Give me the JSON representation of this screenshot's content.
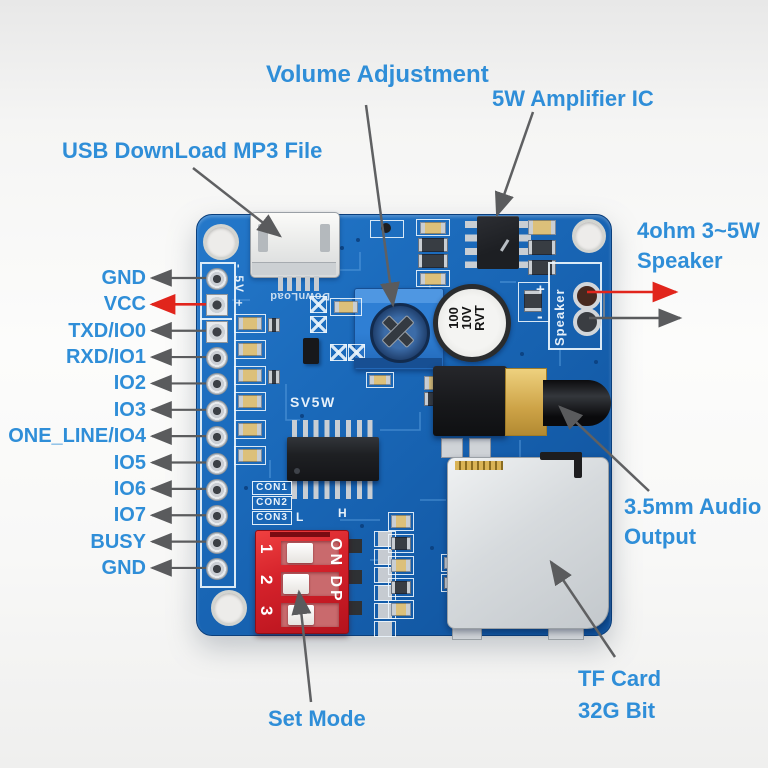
{
  "annotations": {
    "usb": "USB DownLoad MP3 File",
    "volume": "Volume Adjustment",
    "amplifier": "5W Amplifier IC",
    "speaker": {
      "line1": "4ohm 3~5W",
      "line2": "Speaker"
    },
    "audio": {
      "line1": "3.5mm Audio",
      "line2": "Output"
    },
    "tf": {
      "line1": "TF Card",
      "line2": "32G Bit"
    },
    "set_mode": "Set Mode"
  },
  "pins": [
    {
      "label": "GND"
    },
    {
      "label": "VCC",
      "highlight": true
    },
    {
      "label": "TXD/IO0"
    },
    {
      "label": "RXD/IO1"
    },
    {
      "label": "IO2"
    },
    {
      "label": "IO3"
    },
    {
      "label": "ONE_LINE/IO4"
    },
    {
      "label": "IO5"
    },
    {
      "label": "IO6"
    },
    {
      "label": "IO7"
    },
    {
      "label": "BUSY"
    },
    {
      "label": "GND"
    }
  ],
  "silkscreen": {
    "power": "- 5V +",
    "download": "DownLoad",
    "model": "SV5W",
    "con1": "CON1",
    "con2": "CON2",
    "con3": "CON3",
    "l": "L",
    "h": "H",
    "speaker": "Speaker",
    "plus": "+",
    "minus": "-",
    "dip_on": "ON DP",
    "dip_1": "1",
    "dip_2": "2",
    "dip_3": "3",
    "cap_line1": "100",
    "cap_line2": "10V",
    "cap_line3": "RVT"
  },
  "colors": {
    "label_blue": "#2f8ed8",
    "arrow_gray": "#5a5b5d",
    "arrow_red": "#e1251c",
    "pcb_blue": "#1766b8",
    "dip_red": "#d5222b"
  }
}
